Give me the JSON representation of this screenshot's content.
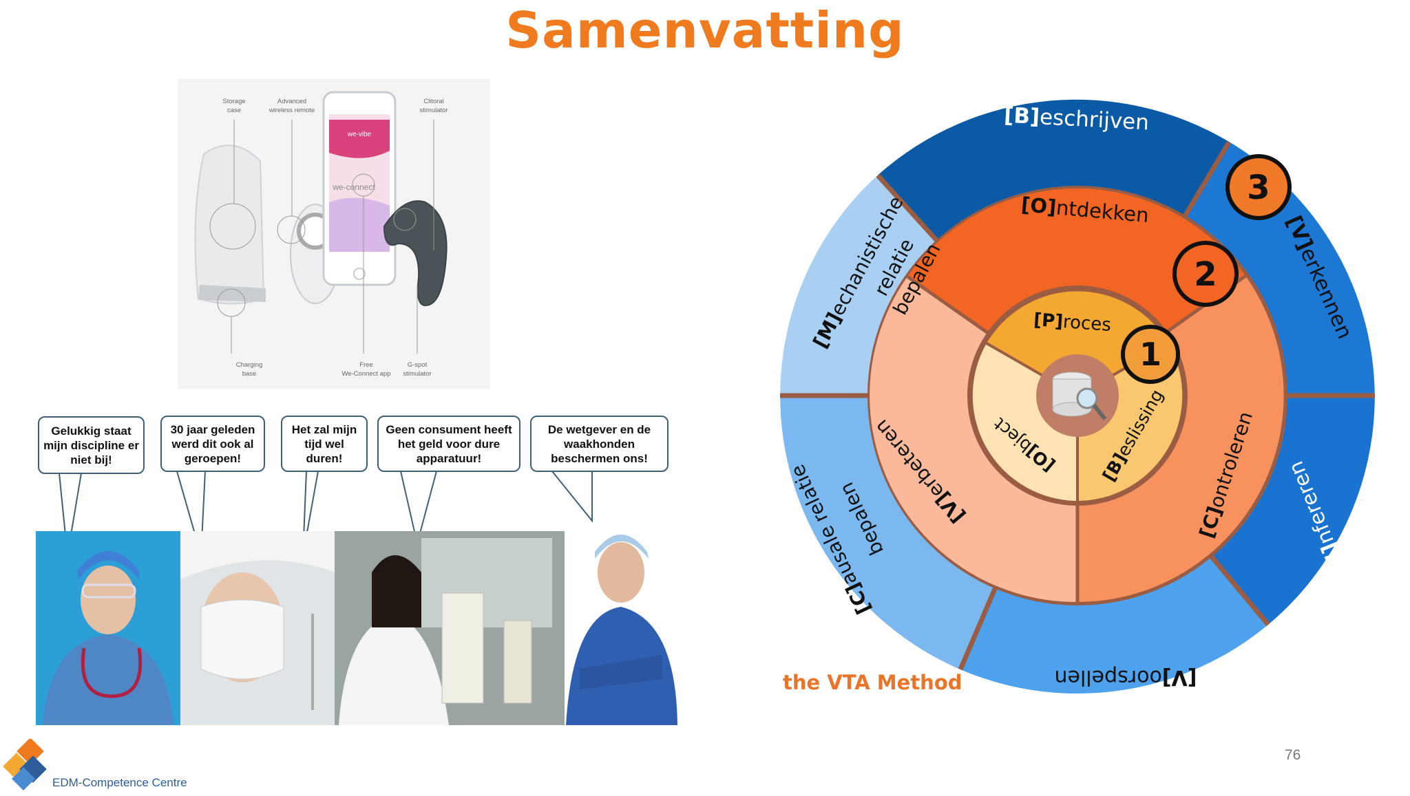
{
  "title": "Samenvatting",
  "product_labels": {
    "storage_case": [
      "Storage",
      "case"
    ],
    "remote": [
      "Advanced",
      "wireless remote"
    ],
    "clitoral": [
      "Clitoral",
      "stimulator"
    ],
    "charging": [
      "Charging",
      "base"
    ],
    "app": [
      "Free",
      "We-Connect app"
    ],
    "gspot": [
      "G-spot",
      "stimulator"
    ],
    "phone_brand": "we-vibe",
    "phone_app": "we-connect"
  },
  "bubbles": [
    {
      "text": "Gelukkig staat mijn discipline er niet bij!"
    },
    {
      "text": "30 jaar geleden werd dit ook al geroepen!"
    },
    {
      "text": "Het zal mijn tijd wel duren!"
    },
    {
      "text": "Geen consument heeft het geld voor dure apparatuur!"
    },
    {
      "text": "De wetgever en de waakhonden beschermen ons!"
    }
  ],
  "wheel": {
    "outer": {
      "beschrijven": {
        "key": "[B]",
        "rest": "eschrijven"
      },
      "verkennen": {
        "key": "[V]",
        "rest": "erkennen"
      },
      "infereren": {
        "key": "[I]",
        "rest": "nfereren"
      },
      "voorspellen": {
        "key": "[V]",
        "rest": "oorspellen"
      },
      "causale": {
        "line1_key": "[C]",
        "line1_rest": "ausale relatie",
        "line2": "bepalen"
      },
      "mechanistische": {
        "line1_key": "[M]",
        "line1_rest": "echanistische",
        "line2": "relatie",
        "line3": "bepalen"
      }
    },
    "middle": {
      "ontdekken": {
        "key": "[O]",
        "rest": "ntdekken"
      },
      "controleren": {
        "key": "[C]",
        "rest": "ontroleren"
      },
      "verbeteren": {
        "key": "[V]",
        "rest": "erbeteren"
      }
    },
    "inner": {
      "proces": {
        "key": "[P]",
        "rest": "roces"
      },
      "beslissing": {
        "key": "[B]",
        "rest": "eslissing"
      },
      "object": {
        "key": "[O]",
        "rest": "bject"
      }
    },
    "badges": [
      "1",
      "2",
      "3"
    ],
    "colors": {
      "outer_light": "#a9d0f3",
      "outer_dark": "#0b5aa5",
      "outer_mid": "#1d78d4",
      "outer_blue": "#4ea1ec",
      "middle_orange": "#f26522",
      "middle_light": "#f9b99a",
      "middle_peach": "#f7925e",
      "inner_yellow": "#f4a731",
      "inner_light": "#fde3b3",
      "inner_tan": "#f8c770",
      "ring": "#9a5d44"
    }
  },
  "vta_label": "the VTA Method",
  "page_number": "76",
  "logo_text": "EDM-Competence Centre"
}
